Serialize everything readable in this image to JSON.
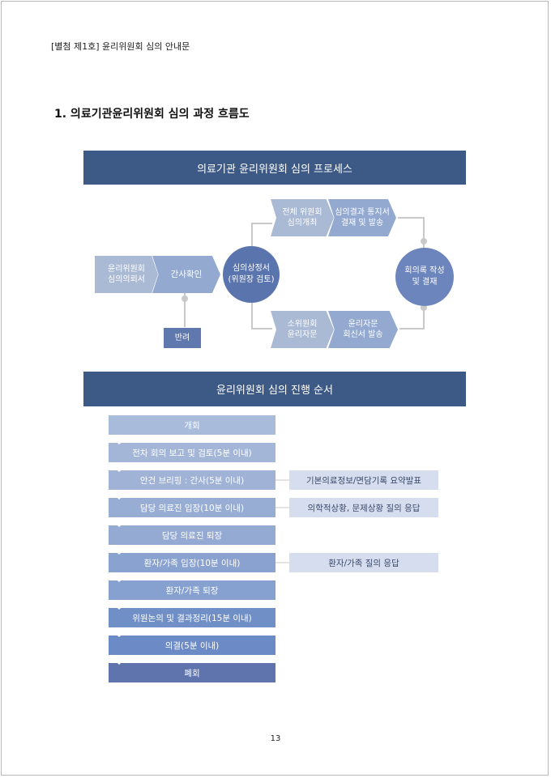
{
  "header": {
    "text": "[별첨 제1호] 윤리위원회 심의 안내문"
  },
  "section_title": "1. 의료기관윤리위원회 심의 과정 흐름도",
  "process": {
    "banner": "의료기관 윤리위원회 심의 프로세스",
    "request": "윤리위원회\n심의의뢰서",
    "secretary_check": "간사확인",
    "reject": "반려",
    "review": "심의상정서\n(위원장 검토)",
    "full_committee": "전체 위원회\n심의개최",
    "result_notice": "심의결과 통지서\n결재 및 발송",
    "subcommittee": "소위원회\n윤리자문",
    "advisory_reply": "윤리자문\n회신서 발송",
    "minutes": "회의록 작성\n및 결재"
  },
  "sequence": {
    "banner": "윤리위원회 심의 진행 순서",
    "steps": [
      "개회",
      "전차 회의 보고 및 검토(5분 이내)",
      "안건 브리핑 : 간사(5분 이내)",
      "담당 의료진 입장(10분 이내)",
      "담당 의료진 퇴장",
      "환자/가족 입장(10분 이내)",
      "환자/가족 퇴장",
      "위원논의 및 결과정리(15분 이내)",
      "의결(5분 이내)",
      "폐회"
    ],
    "notes": [
      "기본의료정보/면담기록 요약발표",
      "의학적상황, 문제상황 질의 응답",
      "환자/가족 질의 응답"
    ]
  },
  "colors": {
    "banner": "#3d5a87",
    "circle_dark": "#5a75ad",
    "circle_mid": "#6d85bd",
    "step_gradient": [
      "#a9bbdb",
      "#a4b6d8",
      "#a0b3d7",
      "#98add4",
      "#95aad3",
      "#8aa2cf",
      "#86a0cf",
      "#6f8fc6",
      "#6b8ac6",
      "#5f74ad"
    ],
    "note_bg": "#d6ddef"
  },
  "page_number": "13"
}
